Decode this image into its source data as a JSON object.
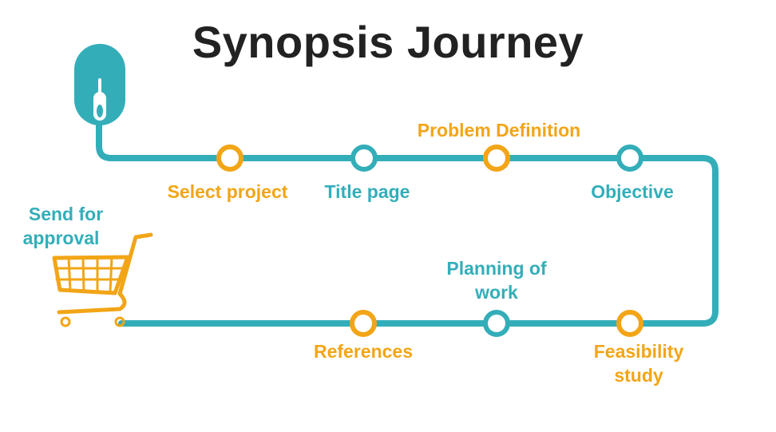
{
  "title": "Synopsis Journey",
  "colors": {
    "teal": "#33aeb9",
    "orange": "#f2a516",
    "title": "#222222"
  },
  "start_icon": "computer-mouse-icon",
  "end_icon": "shopping-cart-icon",
  "end_label": {
    "line1": "Send for",
    "line2": "approval"
  },
  "steps": {
    "select_project": "Select project",
    "title_page": "Title page",
    "problem_definition": "Problem Definition",
    "objective": "Objective",
    "feasibility": {
      "line1": "Feasibility",
      "line2": "study"
    },
    "planning": {
      "line1": "Planning of",
      "line2": "work"
    },
    "references": "References"
  }
}
